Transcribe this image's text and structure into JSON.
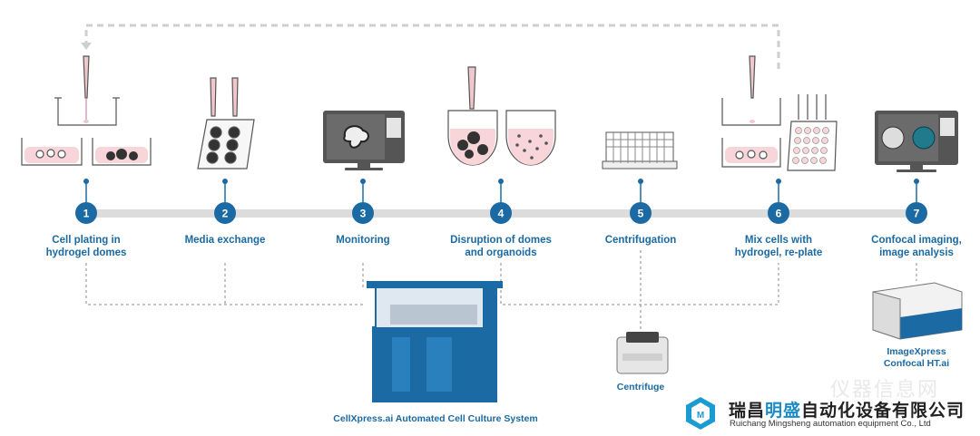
{
  "steps": [
    {
      "number": "1",
      "label": "Cell plating in\nhydrogel domes"
    },
    {
      "number": "2",
      "label": "Media exchange"
    },
    {
      "number": "3",
      "label": "Monitoring"
    },
    {
      "number": "4",
      "label": "Disruption of domes\nand organoids"
    },
    {
      "number": "5",
      "label": "Centrifugation"
    },
    {
      "number": "6",
      "label": "Mix cells with\nhydrogel, re-plate"
    },
    {
      "number": "7",
      "label": "Confocal imaging,\nimage analysis"
    }
  ],
  "equipment": {
    "cellxpress": "CellXpress.ai Automated Cell Culture System",
    "centrifuge": "Centrifuge",
    "imagexpress": "ImageXpress\nConfocal HT.ai"
  },
  "company": {
    "name_part1": "瑞昌",
    "name_highlight": "明盛",
    "name_part2": "自动化设备有限公司",
    "name_en": "Ruichang Mingsheng automation equipment Co., Ltd",
    "watermark": "仪器信息网"
  },
  "colors": {
    "accent_blue": "#1b6aa3",
    "timeline_gray": "#dcdcdc",
    "pink_media": "#f7d5d8",
    "dark_cells": "#333333"
  }
}
